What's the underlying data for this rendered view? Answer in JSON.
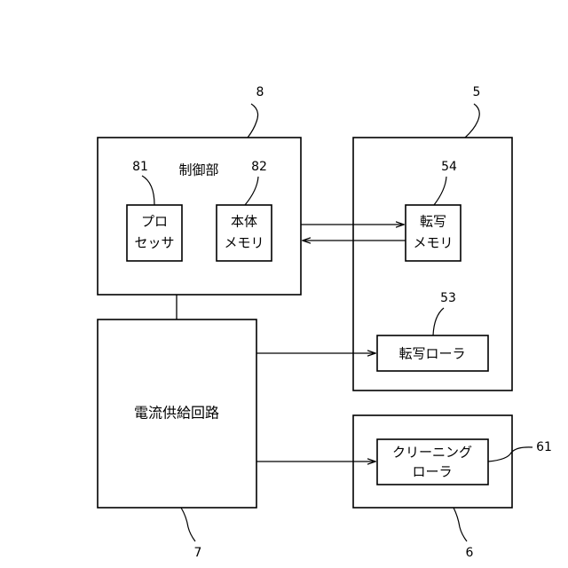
{
  "control_unit": {
    "ref": "8",
    "title": "制御部",
    "processor": {
      "ref": "81",
      "line1": "プロ",
      "line2": "セッサ"
    },
    "main_memory": {
      "ref": "82",
      "line1": "本体",
      "line2": "メモリ"
    }
  },
  "transfer_unit": {
    "ref": "5",
    "transfer_memory": {
      "ref": "54",
      "line1": "転写",
      "line2": "メモリ"
    },
    "transfer_roller": {
      "ref": "53",
      "label": "転写ローラ"
    }
  },
  "current_supply_circuit": {
    "ref": "7",
    "label": "電流供給回路"
  },
  "cleaning_unit": {
    "ref": "6",
    "cleaning_roller": {
      "ref": "61",
      "line1": "クリーニング",
      "line2": "ローラ"
    }
  }
}
